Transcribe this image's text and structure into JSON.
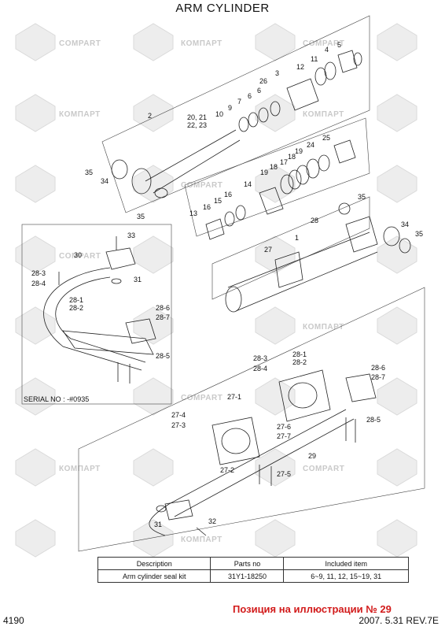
{
  "header": {
    "title": "ARM CYLINDER"
  },
  "watermark": {
    "text_latin": "COMPART",
    "text_cyrillic": "КОМПАРТ"
  },
  "serial_note": "SERIAL NO : -#0935",
  "callouts": {
    "c1": "1",
    "c2": "2",
    "c3": "3",
    "c4": "4",
    "c5": "5",
    "c6": "6",
    "c7": "7",
    "c9": "9",
    "c10": "10",
    "c11": "11",
    "c12": "12",
    "c13": "13",
    "c14": "14",
    "c15": "15",
    "c16a": "16",
    "c16b": "16",
    "c17": "17",
    "c18a": "18",
    "c18b": "18",
    "c19a": "19",
    "c19b": "19",
    "c2021": "20, 21",
    "c2223": "22, 23",
    "c24": "24",
    "c25": "25",
    "c26": "26",
    "c27": "27",
    "c28": "28",
    "c29": "29",
    "c30": "30",
    "c31a": "31",
    "c31b": "31",
    "c32": "32",
    "c33": "33",
    "c34a": "34",
    "c34b": "34",
    "c35a": "35",
    "c35b": "35",
    "c35c": "35",
    "c35d": "35",
    "c28_3a": "28-3",
    "c28_4a": "28-4",
    "c28_1a": "28-1",
    "c28_2a": "28-2",
    "c28_6a": "28-6",
    "c28_7a": "28-7",
    "c28_5a": "28-5",
    "c28_3b": "28-3",
    "c28_4b": "28-4",
    "c28_1b": "28-1",
    "c28_2b": "28-2",
    "c28_6b": "28-6",
    "c28_7b": "28-7",
    "c28_5b": "28-5",
    "c27_1": "27-1",
    "c27_4": "27-4",
    "c27_3": "27-3",
    "c27_6": "27-6",
    "c27_7": "27-7",
    "c27_2": "27-2",
    "c27_5": "27-5"
  },
  "kit_table": {
    "headers": {
      "description": "Description",
      "parts_no": "Parts no",
      "included": "Included item"
    },
    "row": {
      "description": "Arm cylinder seal kit",
      "parts_no": "31Y1-18250",
      "included": "6~9, 11, 12, 15~19, 31"
    }
  },
  "footer": {
    "page_number": "4190",
    "position_note": "Позиция на иллюстрации № 29",
    "revision": "2007. 5.31  REV.7E"
  }
}
